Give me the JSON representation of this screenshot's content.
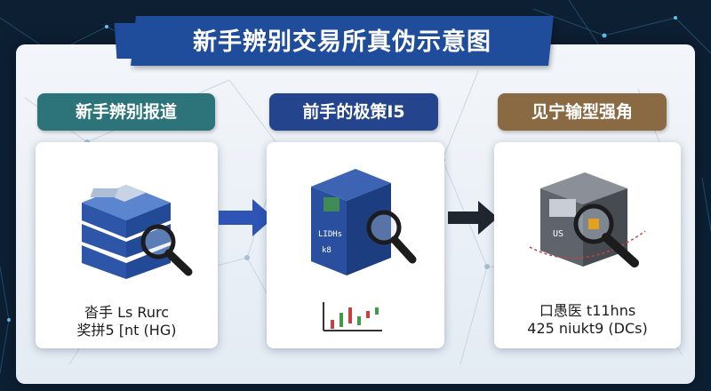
{
  "title": "新手辨别交易所真伪示意图",
  "stages": [
    {
      "label": "新手辨别报道",
      "label_color": "#2c7479",
      "caption_lines": [
        "沓手 Ls Rurc",
        "奖拼5 [nt (HG)"
      ]
    },
    {
      "label": "前手的极策I5",
      "label_color": "#24458e",
      "icon_texts": [
        "LIDHs",
        "k8"
      ]
    },
    {
      "label": "见宁输型强角",
      "label_color": "#8a6a43",
      "icon_texts": [
        "US"
      ],
      "caption_lines": [
        "口愚医 t11hns",
        "425 niukt9 (DCs)"
      ]
    }
  ],
  "colors": {
    "background": "#0d1f33",
    "title_banner": "#1f4d9c",
    "arrow_blue": "#2e55b5",
    "arrow_dark": "#1f2630"
  }
}
